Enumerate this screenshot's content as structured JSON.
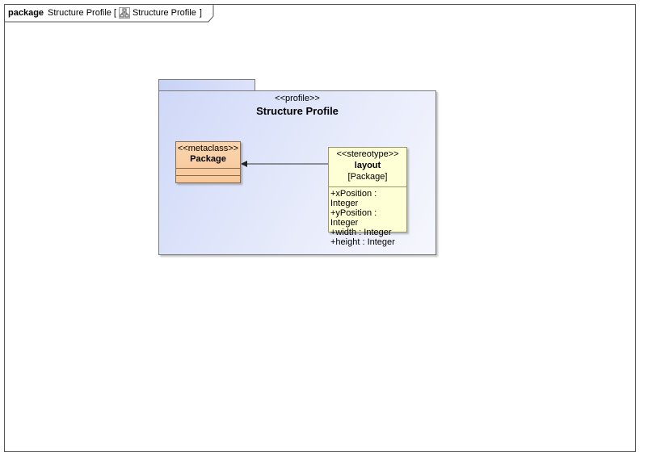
{
  "frame": {
    "keyword": "package",
    "name": "Structure Profile",
    "bracket_open": "[",
    "diagram_name": "Structure Profile",
    "bracket_close": "]",
    "icon": "class-diagram-icon"
  },
  "profile": {
    "stereotype": "<<profile>>",
    "name": "Structure Profile",
    "colors": {
      "fill_start": "#cfd8f8",
      "fill_end": "#f6f7fd"
    }
  },
  "metaclass": {
    "stereotype": "<<metaclass>>",
    "name": "Package",
    "color": "#f9cfa4"
  },
  "stereotype_element": {
    "stereotype": "<<stereotype>>",
    "name": "layout",
    "extends": "[Package]",
    "color": "#ffffd6",
    "attributes": [
      "+xPosition : Integer",
      "+yPosition : Integer",
      "+width : Integer",
      "+height : Integer"
    ]
  },
  "connector": {
    "type": "extension",
    "from": "layout",
    "to": "Package"
  }
}
